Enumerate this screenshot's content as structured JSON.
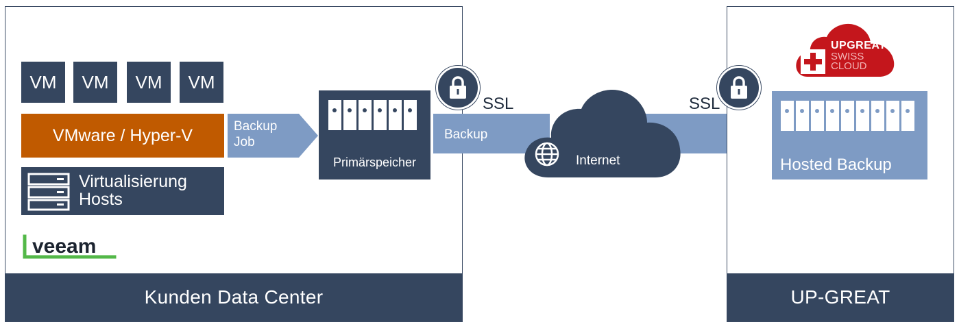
{
  "left_panel": {
    "footer": "Kunden Data Center",
    "vms": [
      "VM",
      "VM",
      "VM",
      "VM"
    ],
    "hypervisor": "VMware / Hyper-V",
    "hosts": "Virtualisierung\nHosts",
    "logo": "VEEAM"
  },
  "flow": {
    "backup_job": "Backup\nJob",
    "primary_storage": "Primärspeicher",
    "backup": "Backup",
    "ssl_left": "SSL",
    "internet": "Internet",
    "ssl_right": "SSL"
  },
  "right_panel": {
    "footer": "UP-GREAT",
    "hosted_backup": "Hosted Backup",
    "brand_line1": "UPGREAT",
    "brand_line2": "SWISS",
    "brand_line3": "CLOUD"
  },
  "colors": {
    "navy": "#35465f",
    "steel_blue": "#7e9bc4",
    "orange": "#c05a00",
    "veeam_green": "#53b848",
    "swiss_red": "#c4161c"
  },
  "icons": [
    "lock-icon",
    "globe-icon",
    "server-stack-icon",
    "cloud-icon",
    "swiss-cross-icon"
  ]
}
